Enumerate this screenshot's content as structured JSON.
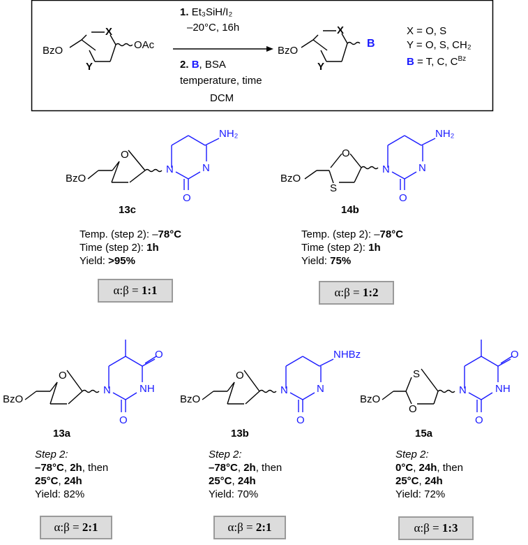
{
  "scheme": {
    "start_labels": {
      "bzo": "BzO",
      "x": "X",
      "y": "Y",
      "oac": "OAc"
    },
    "step1": {
      "num": "1.",
      "reagent": "Et₃SiH/I₂",
      "conditions": "–20°C, 16h"
    },
    "step2": {
      "num": "2.",
      "base": "B",
      "reagent": ", BSA",
      "line2": "temperature, time",
      "line3": "DCM"
    },
    "product_labels": {
      "bzo": "BzO",
      "x": "X",
      "y": "Y",
      "b": "B"
    },
    "legend": {
      "x_line": "X = O, S",
      "y_line": "Y = O, S, CH₂",
      "b_key": "B",
      "b_rest": " = T, C, C",
      "b_sup": "Bz"
    }
  },
  "compounds": [
    {
      "id": "13c",
      "base_label": "NH₂",
      "conditions": [
        {
          "text": "Temp. (step 2): –",
          "bold": "78°C"
        },
        {
          "text": "Time (step 2): ",
          "bold": "1h"
        },
        {
          "text": "Yield: ",
          "bold": ">95%"
        }
      ],
      "ratio_prefix": "α:β = ",
      "ratio_value": "1:1"
    },
    {
      "id": "14b",
      "base_label": "NH₂",
      "ring_hetero": "S",
      "conditions": [
        {
          "text": "Temp. (step 2): –",
          "bold": "78°C"
        },
        {
          "text": "Time (step 2): ",
          "bold": "1h"
        },
        {
          "text": "Yield: ",
          "bold": "75%"
        }
      ],
      "ratio_prefix": "α:β = ",
      "ratio_value": "1:2"
    },
    {
      "id": "13a",
      "base_label": "NH",
      "step_header": "Step 2:",
      "lines": [
        {
          "b1": "–78°C",
          "t1": ", ",
          "b2": "2h",
          "t2": ", then"
        },
        {
          "b1": "25°C",
          "t1": ", ",
          "b2": "24h",
          "t2": ""
        },
        {
          "t0": "Yield: 82%"
        }
      ],
      "ratio_prefix": "α:β = ",
      "ratio_value": "2:1"
    },
    {
      "id": "13b",
      "base_label": "NHBz",
      "step_header": "Step 2:",
      "lines": [
        {
          "b1": "–78°C",
          "t1": ", ",
          "b2": "2h",
          "t2": ", then"
        },
        {
          "b1": "25°C",
          "t1": ", ",
          "b2": "24h",
          "t2": ""
        },
        {
          "t0": "Yield: 70%"
        }
      ],
      "ratio_prefix": "α:β = ",
      "ratio_value": "2:1"
    },
    {
      "id": "15a",
      "base_label": "NH",
      "ring_hetero": "S",
      "step_header": "Step 2:",
      "lines": [
        {
          "b1": "0°C",
          "t1": ", ",
          "b2": "24h",
          "t2": ", then"
        },
        {
          "b1": "25°C",
          "t1": ", ",
          "b2": "24h",
          "t2": ""
        },
        {
          "t0": "Yield: 72%"
        }
      ],
      "ratio_prefix": "α:β = ",
      "ratio_value": "1:3"
    }
  ],
  "atom_labels": {
    "O": "O",
    "N": "N",
    "BzO": "BzO",
    "S": "S"
  },
  "colors": {
    "base": "#1a1aff",
    "ratio_bg": "#dcdcdc",
    "ratio_border": "#9a9a9a"
  }
}
